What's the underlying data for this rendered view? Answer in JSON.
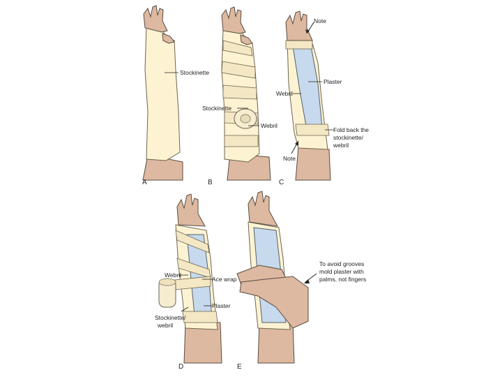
{
  "panels": [
    {
      "id": "A",
      "labels": [
        "Stockinette"
      ]
    },
    {
      "id": "B",
      "labels": [
        "Stockinette",
        "Webril"
      ]
    },
    {
      "id": "C",
      "labels": [
        "Note",
        "Plaster",
        "Webril",
        "Fold back the",
        "stockinette/",
        "webril",
        "Note"
      ]
    },
    {
      "id": "D",
      "labels": [
        "Webril",
        "Ace wrap",
        "Stockinette/",
        "webril",
        "Plaster"
      ]
    },
    {
      "id": "E",
      "labels": [
        "To avoid grooves",
        "mold plaster with",
        "palms, not fingers"
      ]
    }
  ],
  "colors": {
    "skin": "#dcb9a0",
    "stockinette": "#fdf3d2",
    "plaster": "#c7d9ec",
    "outline": "#5a4a40"
  }
}
